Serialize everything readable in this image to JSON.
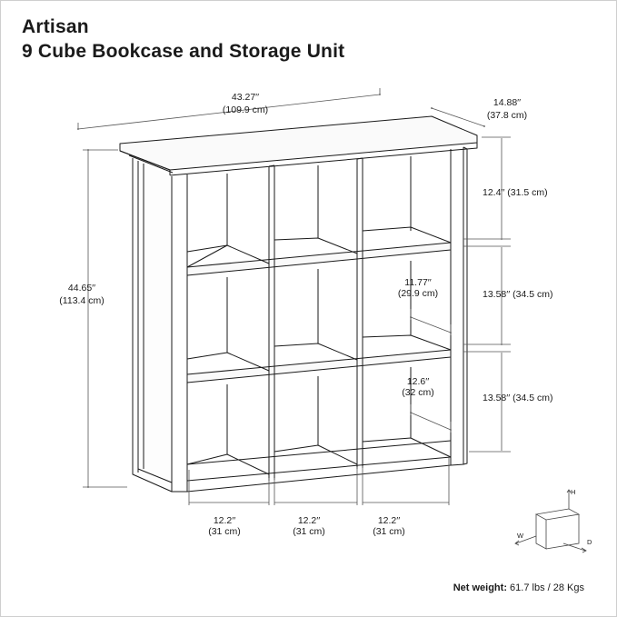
{
  "header": {
    "brand": "Artisan",
    "product_name": "9 Cube Bookcase and Storage Unit"
  },
  "dimensions": {
    "width": {
      "in": "43.27′′",
      "cm": "(109.9 cm)"
    },
    "depth": {
      "in": "14.88′′",
      "cm": "(37.8 cm)"
    },
    "height": {
      "in": "44.65′′",
      "cm": "(113.4 cm)"
    },
    "top_cube_height": "12.4′′ (31.5 cm)",
    "middle_cube_height": "13.58′′ (34.5 cm)",
    "bottom_cube_height": "13.58′′ (34.5 cm)",
    "middle_cube_depth": {
      "in": "11.77′′",
      "cm": "(29.9 cm)"
    },
    "bottom_cube_depth": {
      "in": "12.6′′",
      "cm": "(32 cm)"
    },
    "cube_width_left": {
      "in": "12.2′′",
      "cm": "(31 cm)"
    },
    "cube_width_center": {
      "in": "12.2′′",
      "cm": "(31 cm)"
    },
    "cube_width_right": {
      "in": "12.2′′",
      "cm": "(31 cm)"
    }
  },
  "axis_legend": {
    "h": "H",
    "w": "W",
    "d": "D"
  },
  "net_weight": {
    "label": "Net weight:",
    "value": "61.7 lbs / 28 Kgs"
  },
  "colors": {
    "line": "#1a1a1a",
    "dimension_line": "#555555"
  }
}
